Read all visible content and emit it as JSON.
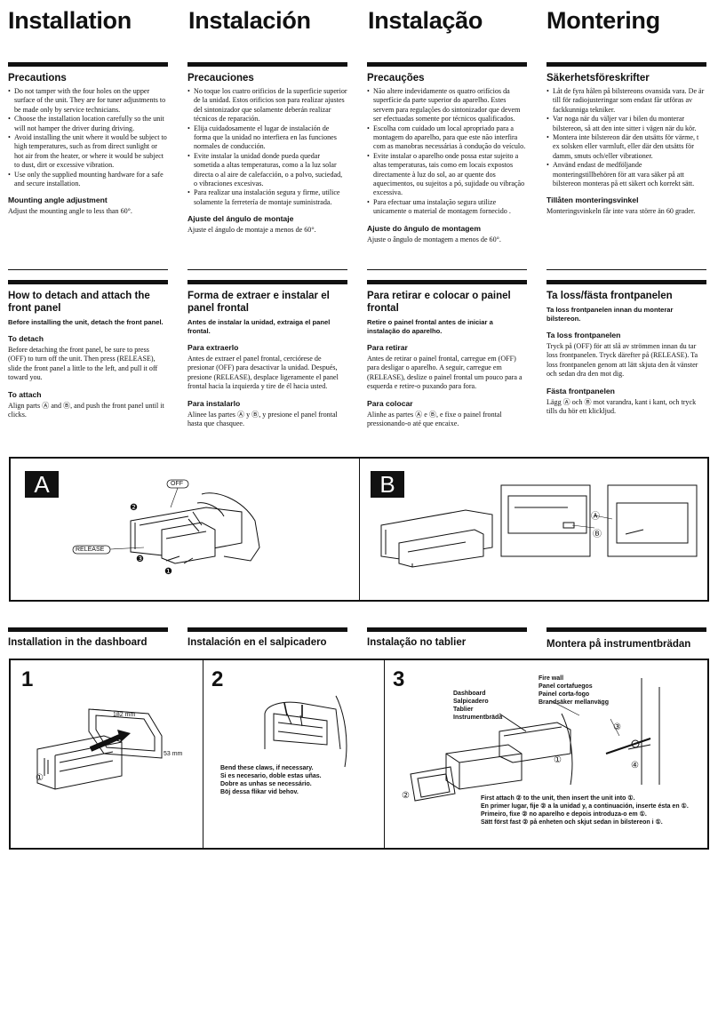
{
  "languages": [
    "Installation",
    "Instalación",
    "Instalação",
    "Montering"
  ],
  "precautions": [
    {
      "title": "Precautions",
      "items": [
        "Do not tamper with the four holes on the upper surface of the unit. They are for tuner adjustments to be made only by service technicians.",
        "Choose the installation location carefully so the unit will not hamper the driver during driving.",
        "Avoid installing the unit where it would be subject to high temperatures, such as from direct sunlight or hot air from the heater, or where it would be subject to dust, dirt or excessive vibration.",
        "Use only the supplied mounting hardware for a safe and secure installation."
      ],
      "angle_title": "Mounting angle adjustment",
      "angle_text": "Adjust the mounting angle to less than 60°."
    },
    {
      "title": "Precauciones",
      "items": [
        "No toque los cuatro orificios de la superficie superior de la unidad. Estos orificios son para realizar ajustes del sintonizador que solamente deberán realizar técnicos de reparación.",
        "Elija cuidadosamente el lugar de instalación de forma que la unidad no interfiera en las funciones normales de conducción.",
        "Evite instalar la unidad donde pueda quedar sometida a altas temperaturas, como a la luz solar directa o al aire de calefacción, o a polvo, suciedad, o vibraciones excesivas.",
        "Para realizar una instalación segura y firme, utilice solamente la ferretería de montaje suministrada."
      ],
      "angle_title": "Ajuste del ángulo de montaje",
      "angle_text": "Ajuste el ángulo de montaje a menos de 60°."
    },
    {
      "title": "Precauções",
      "items": [
        "Não altere indevidamente os quatro orifícios da superfície da parte superior do aparelho. Estes servem para regulações do sintonizador que devem ser efectuadas somente por técnicos qualificados.",
        "Escolha com cuidado um local apropriado para a montagem do aparelho, para que este não interfira com as manobras necessárias à condução do veículo.",
        "Evite instalar o aparelho onde possa estar sujeito a altas temperaturas, tais como em locais expostos directamente à luz do sol, ao ar quente dos aquecimentos, ou sujeitos a pó, sujidade ou vibração excessiva.",
        "Para efectuar uma instalação segura utilize unicamente o material de montagem fornecido ."
      ],
      "angle_title": "Ajuste do ângulo de montagem",
      "angle_text": "Ajuste o ângulo de montagem a menos de 60°."
    },
    {
      "title": "Säkerhetsföreskrifter",
      "items": [
        "Låt de fyra hålen på bilstereons ovansida vara. De är till för radiojusteringar som endast får utföras av fackkunniga tekniker.",
        "Var noga när du väljer var i bilen du monterar bilstereon, så att den inte sitter i vägen när du kör.",
        "Montera inte bilstereon där den utsätts för värme, t ex solsken eller varmluft, eller där den utsätts för damm, smuts och/eller vibrationer.",
        "Använd endast de medföljande monteringstillbehören för att vara säker på att bilstereon monteras på ett säkert och korrekt sätt."
      ],
      "angle_title": "Tillåten monteringsvinkel",
      "angle_text": "Monteringsvinkeln får inte vara större än 60 grader."
    }
  ],
  "detach": [
    {
      "title": "How to detach and attach the front panel",
      "lead": "Before installing the unit, detach the front panel.",
      "detach_title": "To detach",
      "detach_text": "Before detaching the front panel, be sure to press (OFF) to turn off the unit. Then press (RELEASE), slide the front panel a little to the left, and pull it off toward you.",
      "attach_title": "To attach",
      "attach_text": "Align parts Ⓐ and Ⓑ, and push the front panel until it clicks."
    },
    {
      "title": "Forma de extraer e instalar el panel frontal",
      "lead": "Antes de instalar la unidad, extraiga el panel frontal.",
      "detach_title": "Para extraerlo",
      "detach_text": "Antes de extraer el panel frontal, cerciórese de presionar (OFF) para desactivar la unidad. Después, presione (RELEASE), desplace ligeramente el panel frontal hacia la izquierda y tire de él hacia usted.",
      "attach_title": "Para instalarlo",
      "attach_text": "Alinee las partes Ⓐ y Ⓑ, y presione el panel frontal hasta que chasquee."
    },
    {
      "title": "Para retirar e colocar o painel frontal",
      "lead": "Retire o painel frontal antes de iniciar a instalação do aparelho.",
      "detach_title": "Para retirar",
      "detach_text": "Antes de retirar o painel frontal, carregue em (OFF) para desligar o aparelho. A seguir, carregue em (RELEASE), deslize o painel frontal um pouco para a esquerda e retire-o puxando para fora.",
      "attach_title": "Para colocar",
      "attach_text": "Alinhe as partes Ⓐ e Ⓑ, e fixe o painel frontal pressionando-o até que encaixe."
    },
    {
      "title": "Ta loss/fästa frontpanelen",
      "lead": "Ta loss frontpanelen innan du monterar bilstereon.",
      "detach_title": "Ta loss frontpanelen",
      "detach_text": "Tryck på (OFF) för att slå av strömmen innan du tar loss frontpanelen. Tryck därefter på (RELEASE). Ta loss frontpanelen genom att lätt skjuta den åt vänster och sedan dra den mot dig.",
      "attach_title": "Fästa frontpanelen",
      "attach_text": "Lägg Ⓐ och Ⓑ mot varandra, kant i kant, och tryck tills du hör ett klickljud."
    }
  ],
  "labels": {
    "A": "A",
    "B": "B",
    "off": "OFF",
    "release": "RELEASE",
    "circA": "Ⓐ",
    "circB": "Ⓑ",
    "n1": "❶",
    "n2": "❷",
    "n3": "❸"
  },
  "dashboard_titles": [
    "Installation in the dashboard",
    "Instalación en el salpicadero",
    "Instalação no tablier",
    "Montera på instrumentbrädan"
  ],
  "steps": {
    "s1": "1",
    "s2": "2",
    "s3": "3",
    "dim_w": "182 mm",
    "dim_h": "53 mm",
    "c1": "①",
    "c2": "②",
    "c3": "③",
    "c4": "④",
    "claws": [
      "Bend these claws, if necessary.",
      "Si es necesario, doble estas uñas.",
      "Dobre as unhas se necessário.",
      "Böj dessa flikar vid behov."
    ],
    "dashboard": [
      "Dashboard",
      "Salpicadero",
      "Tablier",
      "Instrumentbräda"
    ],
    "firewall": [
      "Fire wall",
      "Panel cortafuegos",
      "Painel corta-fogo",
      "Brandsäker mellanvägg"
    ],
    "attach": [
      "First attach ② to the unit, then insert the unit into ①.",
      "En primer lugar, fije ② a la unidad y, a continuación, inserte ésta en ①.",
      "Primeiro, fixe ② no aparelho e depois introduza-o em ①.",
      "Sätt först fast ② på enheten och skjut sedan in bilstereon i ①."
    ]
  }
}
